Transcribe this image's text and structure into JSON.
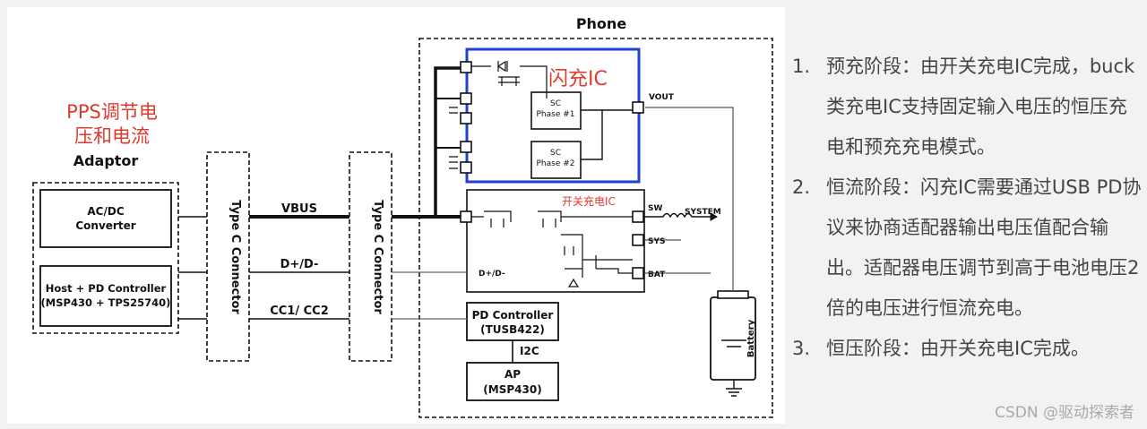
{
  "diagram": {
    "phone_title": "Phone",
    "adaptor_title": "Adaptor",
    "pps_label_line1": "PPS调节电",
    "pps_label_line2": "压和电流",
    "acdc_line1": "AC/DC",
    "acdc_line2": "Converter",
    "host_line1": "Host + PD Controller",
    "host_line2": "(MSP430 + TPS25740)",
    "type_c_connector": "Type C Connector",
    "vbus": "VBUS",
    "dpdm": "D+/D-",
    "cc": "CC1/ CC2",
    "flash_ic_label": "闪充IC",
    "sc_phase1_line1": "SC",
    "sc_phase1_line2": "Phase #1",
    "sc_phase2_line1": "SC",
    "sc_phase2_line2": "Phase #2",
    "vout": "VOUT",
    "switch_ic_label": "开关充电IC",
    "sw": "SW",
    "system": "SYSTEM",
    "sys": "SYS",
    "bat": "BAT",
    "dpdm_inner": "D+/D-",
    "pd_ctrl_line1": "PD Controller",
    "pd_ctrl_line2": "(TUSB422)",
    "i2c": "I2C",
    "ap_line1": "AP",
    "ap_line2": "(MSP430)",
    "battery": "Battery"
  },
  "notes": [
    {
      "num": "1.",
      "text": "预充阶段：由开关充电IC完成，buck类充电IC支持固定输入电压的恒压充电和预充充电模式。"
    },
    {
      "num": "2.",
      "text": "恒流阶段：闪充IC需要通过USB PD协议来协商适配器输出电压值配合输出。适配器电压调节到高于电池电压2倍的电压进行恒流充电。"
    },
    {
      "num": "3.",
      "text": "恒压阶段：由开关充电IC完成。"
    }
  ],
  "watermark": "CSDN @驱动探索者",
  "colors": {
    "red": "#e03a2f",
    "blue": "#1f3fd6",
    "ink": "#111111"
  }
}
